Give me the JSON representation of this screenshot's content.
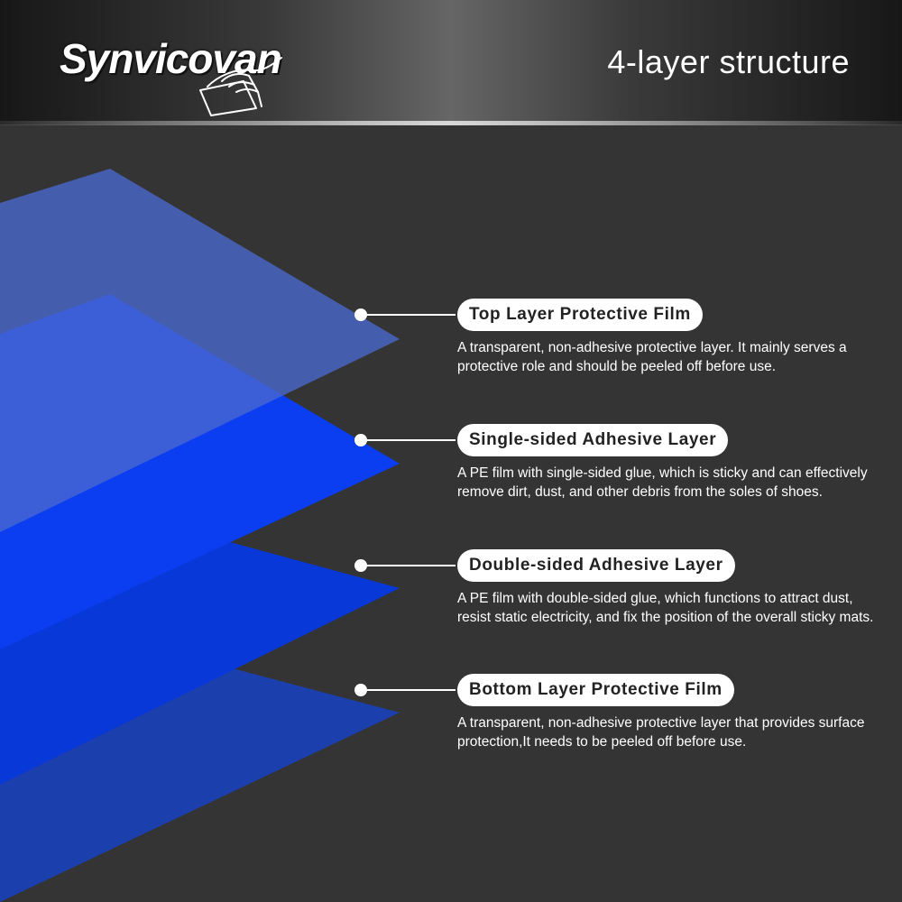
{
  "header": {
    "brand": "Synvicovan",
    "title": "4-layer structure",
    "brand_icon": "hand-wiping-cloth-icon"
  },
  "colors": {
    "background": "#343434",
    "top_film": "#3a5bc8",
    "single_adhesive": "#0a3ef0",
    "double_adhesive": "#0938d8",
    "bottom_film": "#1c3fae"
  },
  "layers": [
    {
      "name": "Top Layer Protective Film",
      "description": "A transparent, non-adhesive protective layer. It mainly serves a protective role and should be peeled off before use."
    },
    {
      "name": "Single-sided Adhesive Layer",
      "description": "A PE film with single-sided glue, which is sticky and can effectively remove dirt, dust, and other debris from the soles of shoes."
    },
    {
      "name": "Double-sided Adhesive Layer",
      "description": "A PE film with double-sided glue, which functions to attract dust, resist static electricity, and fix the position of the overall sticky mats."
    },
    {
      "name": "Bottom Layer Protective Film",
      "description": "A transparent, non-adhesive protective layer that provides surface protection,It needs to be peeled off before use."
    }
  ]
}
